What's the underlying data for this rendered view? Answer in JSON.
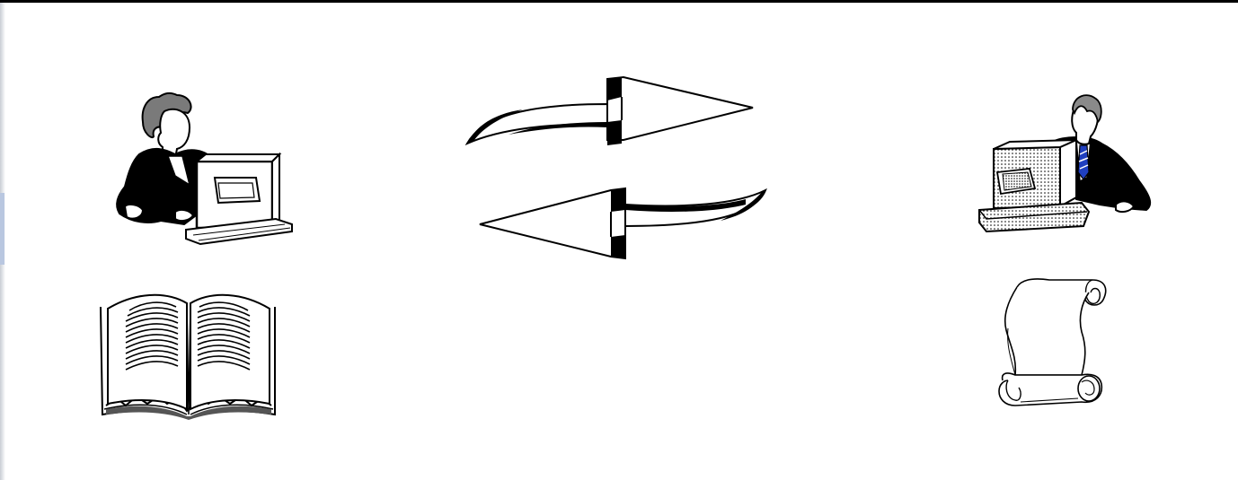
{
  "diagram": {
    "type": "clipart-exchange-diagram",
    "left_party": {
      "person_icon": "woman-at-computer-icon",
      "document_icon": "open-book-icon"
    },
    "right_party": {
      "person_icon": "man-at-computer-icon",
      "document_icon": "scroll-icon"
    },
    "flows": [
      {
        "icon": "arrow-right-icon",
        "direction": "left-to-right"
      },
      {
        "icon": "arrow-left-icon",
        "direction": "right-to-left"
      }
    ]
  },
  "colors": {
    "ink": "#000000",
    "paper": "#ffffff",
    "tie_accent": "#1f3fbf"
  }
}
